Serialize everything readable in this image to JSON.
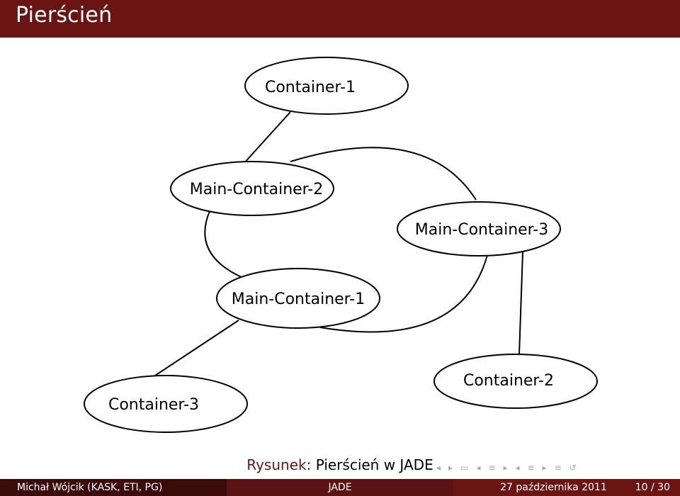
{
  "slide": {
    "title": "Pierścień"
  },
  "diagram": {
    "nodes": {
      "container_1": "Container-1",
      "main_container_2": "Main-Container-2",
      "main_container_3": "Main-Container-3",
      "main_container_1": "Main-Container-1",
      "container_3": "Container-3",
      "container_2": "Container-2"
    }
  },
  "caption": {
    "label": "Rysunek:",
    "text": "Pierścień w JADE"
  },
  "navigation": {
    "icons": [
      "slide-prev-icon",
      "slide-next-icon",
      "frame-icon",
      "section-prev-icon",
      "section-icon",
      "section-next-icon",
      "subsection-prev-icon",
      "subsection-icon",
      "subsection-next-icon",
      "align-icon",
      "search-icon"
    ]
  },
  "footer": {
    "author": "Michał Wójcik  (KASK, ETI, PG)",
    "title": "JADE",
    "date": "27 października 2011",
    "page": "10 / 30"
  },
  "colors": {
    "title_bar": "#6b1414",
    "footer_left": "#3b0a0a",
    "footer_mid": "#5a1212",
    "footer_right": "#6b1414",
    "caption_label": "#6b1414"
  }
}
